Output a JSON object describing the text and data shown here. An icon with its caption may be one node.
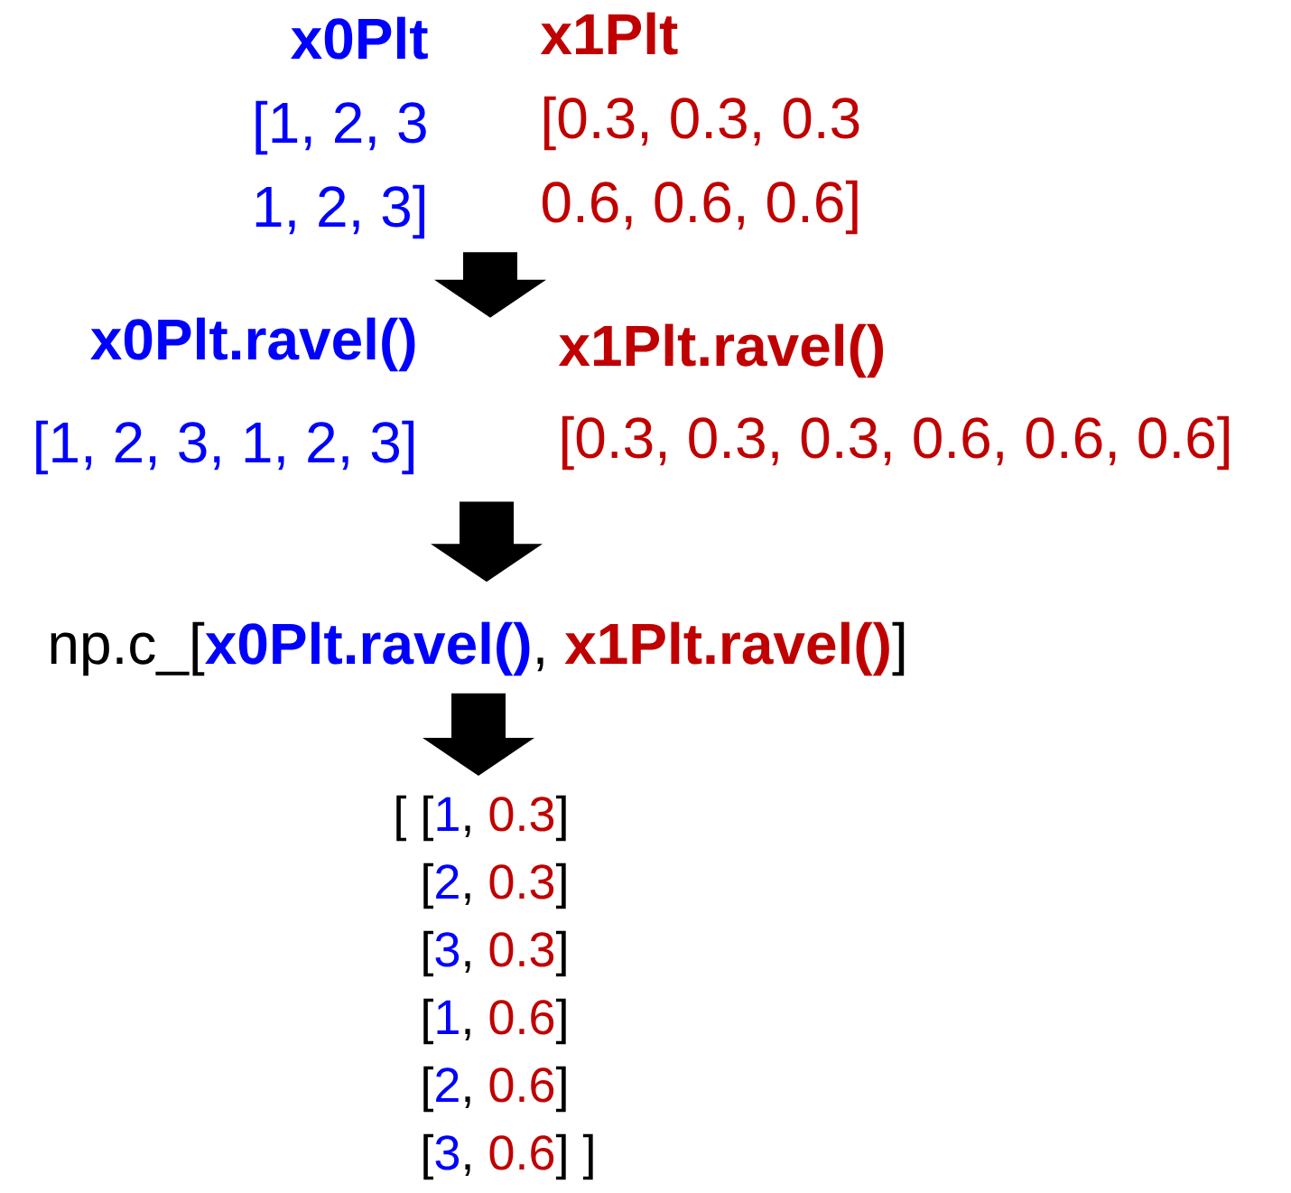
{
  "diagram": {
    "nodes": [
      {
        "text": [
          "x0Plt",
          "[1, 2, 3",
          "1, 2, 3]"
        ]
      },
      {
        "text": [
          "x1Plt",
          "[0.3, 0.3, 0.3",
          "0.6, 0.6, 0.6]"
        ]
      },
      {
        "text": [
          "x0Plt.ravel()",
          "[1, 2, 3, 1, 2, 3]"
        ]
      },
      {
        "text": [
          "x1Plt.ravel()",
          "[0.3, 0.3, 0.3,  0.6, 0.6, 0.6]"
        ]
      },
      {
        "text": [
          "np.c_[",
          "x0Plt.ravel()",
          ",",
          "x1Plt.ravel()",
          "]"
        ]
      },
      {
        "text": [
          "[ [",
          "1",
          ",",
          "0.3",
          "]",
          "[",
          "2",
          ",",
          "0.3",
          "]",
          "[",
          "3",
          ",",
          "0.3",
          "]",
          "[",
          "1",
          ",",
          "0.6",
          "]",
          "[",
          "2",
          ",",
          "0.6",
          "]",
          "[",
          "3",
          ",",
          "0.6",
          "] ]"
        ]
      }
    ],
    "edges": [
      {
        "from": 0,
        "to": 2,
        "arrow": "to"
      },
      {
        "from": 1,
        "to": 3,
        "arrow": "to"
      },
      {
        "from": 2,
        "to": 4,
        "arrow": "to"
      },
      {
        "from": 3,
        "to": 4,
        "arrow": "to"
      },
      {
        "from": 4,
        "to": 5,
        "arrow": "to"
      }
    ]
  }
}
